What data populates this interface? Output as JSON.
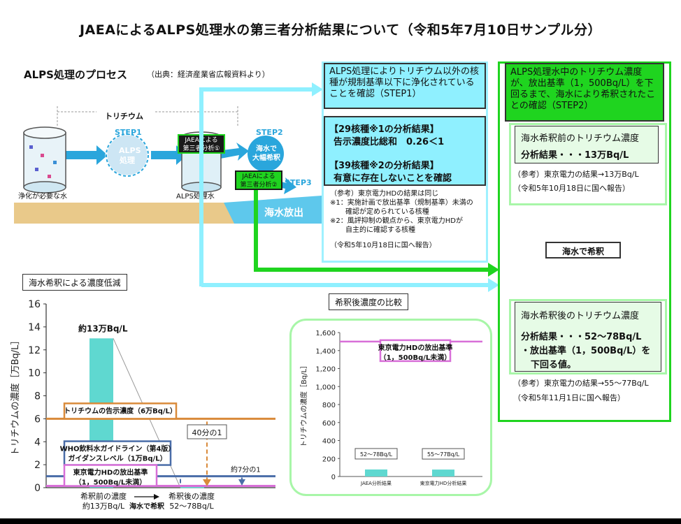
{
  "title": "JAEAによるALPS処理水の第三者分析結果について（令和5年7月10日サンプル分）",
  "process": {
    "title": "ALPS処理のプロセス",
    "source": "（出典：経済産業省広報資料より）",
    "tritium": "トリチウム",
    "step1": "STEP1",
    "alps1": "ALPS",
    "alps2": "処理",
    "jaea1_a": "JAEAによる",
    "jaea1_b": "第三者分析①",
    "step2": "STEP2",
    "dilute_a": "海水で",
    "dilute_b": "大幅希釈",
    "jaea2_a": "JAEAによる",
    "jaea2_b": "第三者分析②",
    "step3": "STEP3",
    "release": "海水放出",
    "water_before": "浄化が必要な水",
    "water_after": "ALPS処理水"
  },
  "step1_box": {
    "header": "ALPS処理によりトリチウム以外の核種が規制基準以下に浄化されていることを確認（STEP1）",
    "r1_title": "【29核種※1の分析結果】",
    "r1_value": "告示濃度比総和　0.26＜1",
    "r2_title": "【39核種※2の分析結果】",
    "r2_value": "有意に存在しないことを確認",
    "note1": "（参考）東京電力HDの結果は同じ",
    "note2": "※1：実施計画で放出基準（規制基準）未満の",
    "note3": "確認が定められている核種",
    "note4": "※2：風評抑制の観点から、東京電力HDが",
    "note5": "自主的に確認する核種",
    "report": "（令和5年10月18日に国へ報告）"
  },
  "step2_box": {
    "header": "ALPS処理水中のトリチウム濃度が、放出基準（1，500Bq/L）を下回るまで、海水により希釈されたことの確認（STEP2）",
    "before_title": "海水希釈前のトリチウム濃度",
    "before_value": "分析結果・・・13万Bq/L",
    "before_ref": "（参考）東京電力の結果→13万Bq/L",
    "before_report": "（令和5年10月18日に国へ報告）",
    "dilute_label": "海水で希釈",
    "after_title": "海水希釈後のトリチウム濃度",
    "after_value": "分析結果・・・52～78Bq/L",
    "after_value2": "・放出基準（1，500Bq/L）を",
    "after_value3": "下回る値。",
    "after_ref": "（参考）東京電力の結果→55～77Bq/L",
    "after_report": "（令和5年11月1日に国へ報告）"
  },
  "chart_left_label": "海水希釈による濃度低減",
  "chart_right_label": "希釈後濃度の比較",
  "chart_data": [
    {
      "type": "bar",
      "ylabel": "トリチウムの濃度［万Bq/L］",
      "ylim": [
        0,
        16
      ],
      "yticks": [
        "0",
        "2",
        "4",
        "6",
        "8",
        "10",
        "12",
        "14",
        "16"
      ],
      "categories": [
        "希釈前の濃度",
        "希釈後の濃度"
      ],
      "category_values": [
        "約13万Bq/L",
        "52～78Bq/L"
      ],
      "values": [
        13,
        0.0065
      ],
      "bar_label": "約13万Bq/L",
      "arrow_label": "海水で希釈",
      "thresholds": [
        {
          "label": "トリチウムの告示濃度（6万Bq/L）",
          "value": 6,
          "color": "#d98a3a"
        },
        {
          "label1": "WHO飲料水ガイドライン（第4版）",
          "label2": "ガイダンスレベル（1万Bq/L）",
          "value": 1,
          "color": "#4a6da8"
        },
        {
          "label1": "東京電力HDの放出基準",
          "label2": "（1，500Bq/L未満）",
          "value": 0.15,
          "color": "#d86fd8"
        }
      ],
      "annotations": [
        "40分の1",
        "約7分の1"
      ]
    },
    {
      "type": "bar",
      "ylabel": "トリチウムの濃度［Bq/L］",
      "ylim": [
        0,
        1600
      ],
      "yticks": [
        "0",
        "200",
        "400",
        "600",
        "800",
        "1,000",
        "1,200",
        "1,400",
        "1,600"
      ],
      "categories": [
        "JAEA分析結果",
        "東京電力HD分析結果"
      ],
      "values": [
        78,
        77
      ],
      "value_labels": [
        "52～78Bq/L",
        "55～77Bq/L"
      ],
      "threshold": {
        "label1": "東京電力HDの放出基準",
        "label2": "（1，500Bq/L未満）",
        "value": 1500,
        "color": "#d86fd8"
      }
    }
  ],
  "colors": {
    "cyan": "#8ff0ff",
    "cyan_light": "#9ff1ff",
    "green": "#1fd41f",
    "green_light": "#a8f6a8",
    "bar": "#5fd8d0",
    "sand": "#e9c98a",
    "sea": "#5ec8ec"
  }
}
